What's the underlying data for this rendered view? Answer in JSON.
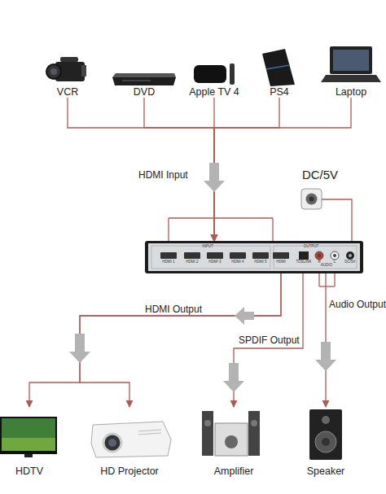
{
  "diagram": {
    "nodes": [
      {
        "text": [
          "VCR"
        ]
      },
      {
        "text": [
          "DVD"
        ]
      },
      {
        "text": [
          "Apple TV 4"
        ]
      },
      {
        "text": [
          "PS4"
        ]
      },
      {
        "text": [
          "Laptop"
        ]
      },
      {
        "text": [
          "DC/5V"
        ]
      },
      {
        "text": [
          "INPUT",
          "HDMI 1",
          "HDMI 2",
          "HDMI 3",
          "HDMI 4",
          "HDMI 5",
          "OUTPUT",
          "HDMI",
          "TOSLINK",
          "R",
          "AUDIO",
          "L",
          "DC/5V"
        ]
      },
      {
        "text": [
          "HDTV"
        ]
      },
      {
        "text": [
          "HD Projector"
        ]
      },
      {
        "text": [
          "Amplifier"
        ]
      },
      {
        "text": [
          "Speaker"
        ]
      }
    ],
    "edges": [
      {
        "from": 0,
        "to": 6,
        "arrow": "to"
      },
      {
        "from": 1,
        "to": 6,
        "arrow": "to"
      },
      {
        "from": 2,
        "to": 6,
        "label": "HDMI Input",
        "arrow": "to"
      },
      {
        "from": 3,
        "to": 6,
        "arrow": "to"
      },
      {
        "from": 4,
        "to": 6,
        "arrow": "to"
      },
      {
        "from": 5,
        "to": 6,
        "arrow": "none"
      },
      {
        "from": 6,
        "to": 7,
        "label": "HDMI Output",
        "arrow": "to"
      },
      {
        "from": 6,
        "to": 8,
        "arrow": "to"
      },
      {
        "from": 6,
        "to": 9,
        "label": "SPDIF Output",
        "arrow": "to"
      },
      {
        "from": 6,
        "to": 10,
        "label": "Audio Output",
        "arrow": "to"
      }
    ]
  }
}
